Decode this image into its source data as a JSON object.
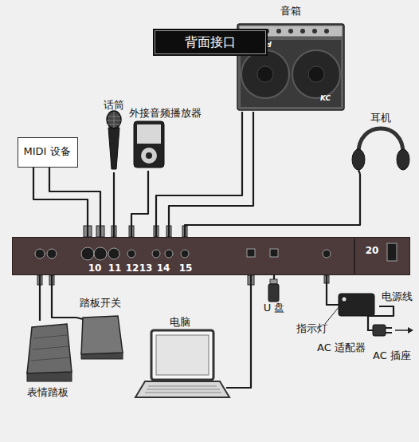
{
  "diagram": {
    "title": "背面接口",
    "nodes": [
      {
        "text": [
          "音箱",
          "Roland",
          "KC"
        ]
      },
      {
        "text": [
          "话筒"
        ]
      },
      {
        "text": [
          "外接音频播放器"
        ]
      },
      {
        "text": [
          "耳机"
        ]
      },
      {
        "text": [
          "MIDI 设备"
        ]
      },
      {
        "text": [
          "10",
          "11",
          "12",
          "13",
          "14",
          "15",
          "20"
        ]
      },
      {
        "text": [
          "踏板开关"
        ]
      },
      {
        "text": [
          "U 盘"
        ]
      },
      {
        "text": [
          "电脑"
        ]
      },
      {
        "text": [
          "指示灯",
          "AC 适配器"
        ]
      },
      {
        "text": [
          "AC 插座"
        ]
      },
      {
        "text": [
          "表情踏板"
        ]
      }
    ],
    "edges": [
      {
        "from": 4,
        "to": 5,
        "arrow": "none"
      },
      {
        "from": 4,
        "to": 5,
        "arrow": "none"
      },
      {
        "from": 1,
        "to": 5,
        "arrow": "none"
      },
      {
        "from": 2,
        "to": 5,
        "arrow": "none"
      },
      {
        "from": 0,
        "to": 5,
        "arrow": "none"
      },
      {
        "from": 0,
        "to": 5,
        "arrow": "none"
      },
      {
        "from": 3,
        "to": 5,
        "arrow": "none"
      },
      {
        "from": 6,
        "to": 5,
        "arrow": "none"
      },
      {
        "from": 11,
        "to": 5,
        "arrow": "none"
      },
      {
        "from": 8,
        "to": 5,
        "arrow": "none"
      },
      {
        "from": 7,
        "to": 5,
        "arrow": "none"
      },
      {
        "from": 9,
        "to": 5,
        "arrow": "none"
      },
      {
        "from": 9,
        "to": 10,
        "label": "电源线",
        "arrow": "none"
      }
    ]
  }
}
